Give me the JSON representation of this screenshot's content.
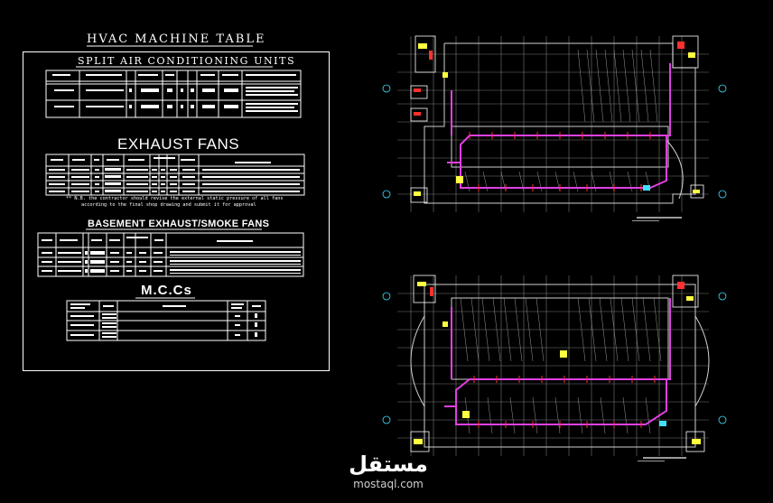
{
  "sheet": {
    "main_title": "HVAC MACHINE TABLE",
    "split_title": "SPLIT AIR CONDITIONING UNITS",
    "exhaust_title": "EXHAUST FANS",
    "basement_title": "BASEMENT EXHAUST/SMOKE FANS",
    "mcc_title": "M.C.Cs",
    "note_line1": "** N.B. the contractor should revise the external static pressure of all fans",
    "note_line2": "according to the final shop drawing and submit it for approval"
  },
  "watermark": {
    "arabic": "مستقل",
    "latin": "mostaql.com"
  },
  "colors": {
    "background": "#000000",
    "table_lines": "#ffffff",
    "duct": "#e040e0",
    "grid": "#8a8a8a",
    "accent_red": "#ff3030",
    "accent_yellow": "#ffff40",
    "accent_cyan": "#40e0ff"
  }
}
